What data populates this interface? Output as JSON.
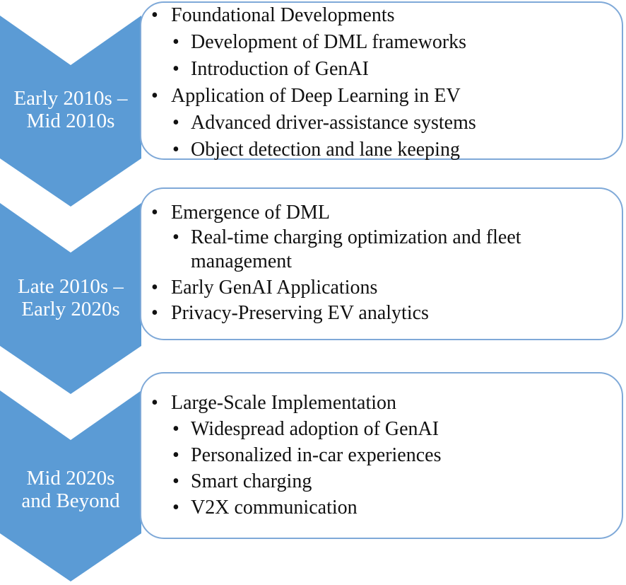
{
  "colors": {
    "chevron": "#5b9bd5",
    "box_border": "#7fa9d8",
    "text": "#111111",
    "label_text": "#ffffff"
  },
  "phases": [
    {
      "label": "Early 2010s –\nMid 2010s",
      "items": [
        {
          "level": 1,
          "text": "Foundational Developments"
        },
        {
          "level": 2,
          "text": "Development of DML frameworks"
        },
        {
          "level": 2,
          "text": "Introduction of GenAI"
        },
        {
          "level": 1,
          "text": "Application of Deep Learning in EV"
        },
        {
          "level": 2,
          "text": "Advanced driver-assistance systems"
        },
        {
          "level": 2,
          "text": "Object detection and lane keeping"
        }
      ]
    },
    {
      "label": "Late 2010s –\nEarly 2020s",
      "items": [
        {
          "level": 1,
          "text": "Emergence of DML"
        },
        {
          "level": 2,
          "text": "Real-time charging optimization and fleet management"
        },
        {
          "level": 1,
          "text": "Early GenAI Applications"
        },
        {
          "level": 1,
          "text": "Privacy-Preserving EV analytics"
        }
      ]
    },
    {
      "label": "Mid 2020s\nand Beyond",
      "items": [
        {
          "level": 1,
          "text": "Large-Scale Implementation"
        },
        {
          "level": 2,
          "text": "Widespread adoption of GenAI"
        },
        {
          "level": 2,
          "text": "Personalized in-car experiences"
        },
        {
          "level": 2,
          "text": "Smart charging"
        },
        {
          "level": 2,
          "text": "V2X communication"
        }
      ]
    }
  ]
}
